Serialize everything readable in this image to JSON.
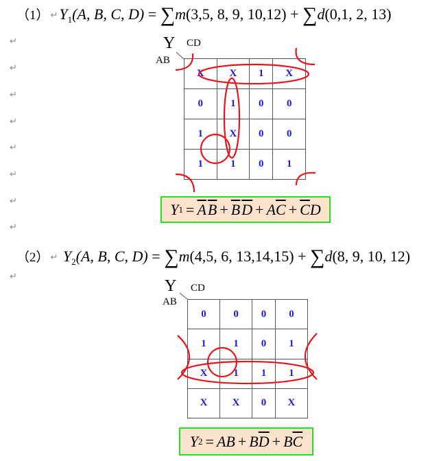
{
  "problem1": {
    "number": "（1）",
    "func": "Y",
    "func_sub": "1",
    "args": "(A, B, C, D)",
    "equals": "=",
    "sigma": "∑",
    "m_label": "m",
    "minterms": "(3,5, 8, 9, 10,12)",
    "plus": "+",
    "d_label": "d",
    "dontcares": "(0,1, 2, 13)",
    "kmap": {
      "y_label": "Y",
      "col_label": "CD",
      "row_label": "AB",
      "cells": [
        [
          "X",
          "X",
          "1",
          "X"
        ],
        [
          "0",
          "1",
          "0",
          "0"
        ],
        [
          "1",
          "X",
          "0",
          "0"
        ],
        [
          "1",
          "1",
          "0",
          "1"
        ]
      ]
    },
    "result": {
      "lhs": "Y",
      "lhs_sub": "1",
      "equals": "=",
      "terms": [
        {
          "parts": [
            {
              "t": "A",
              "bar": true
            },
            {
              "t": "B",
              "bar": true
            }
          ]
        },
        {
          "parts": [
            {
              "t": "B",
              "bar": true
            },
            {
              "t": "D",
              "bar": true
            }
          ]
        },
        {
          "parts": [
            {
              "t": "A",
              "bar": false
            },
            {
              "t": "C",
              "bar": true
            }
          ]
        },
        {
          "parts": [
            {
              "t": "C",
              "bar": true
            },
            {
              "t": "D",
              "bar": false
            }
          ]
        }
      ],
      "plus": "+"
    }
  },
  "problem2": {
    "number": "（2）",
    "func": "Y",
    "func_sub": "2",
    "args": "(A, B, C, D)",
    "equals": "=",
    "sigma": "∑",
    "m_label": "m",
    "minterms": "(4,5, 6, 13,14,15)",
    "plus": "+",
    "d_label": "d",
    "dontcares": "(8, 9, 10, 12)",
    "kmap": {
      "y_label": "Y",
      "col_label": "CD",
      "row_label": "AB",
      "cells": [
        [
          "0",
          "0",
          "0",
          "0"
        ],
        [
          "1",
          "1",
          "0",
          "1"
        ],
        [
          "X",
          "1",
          "1",
          "1"
        ],
        [
          "X",
          "X",
          "0",
          "X"
        ]
      ]
    },
    "result": {
      "lhs": "Y",
      "lhs_sub": "2",
      "equals": "=",
      "terms": [
        {
          "parts": [
            {
              "t": "A",
              "bar": false
            },
            {
              "t": "B",
              "bar": false
            }
          ]
        },
        {
          "parts": [
            {
              "t": "B",
              "bar": false
            },
            {
              "t": "D",
              "bar": true
            }
          ]
        },
        {
          "parts": [
            {
              "t": "B",
              "bar": false
            },
            {
              "t": "C",
              "bar": true
            }
          ]
        }
      ],
      "plus": "+"
    }
  },
  "paragraph_mark": "↵",
  "colors": {
    "cell_text": "#1a1adb",
    "loop_stroke": "#e8141a",
    "result_bg": "#fde3cc",
    "result_border": "#22e022",
    "para_mark": "#8a8a8a"
  }
}
